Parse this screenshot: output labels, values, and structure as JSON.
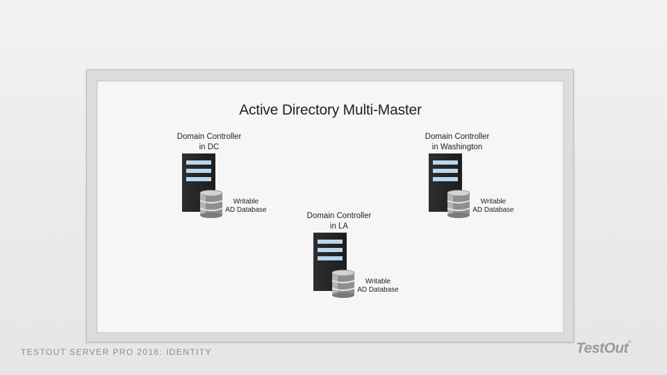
{
  "diagram": {
    "title": "Active Directory Multi-Master",
    "nodes": [
      {
        "label_line1": "Domain Controller",
        "label_line2": "in DC",
        "db_line1": "Writable",
        "db_line2": "AD Database"
      },
      {
        "label_line1": "Domain Controller",
        "label_line2": "in Washington",
        "db_line1": "Writable",
        "db_line2": "AD Database"
      },
      {
        "label_line1": "Domain Controller",
        "label_line2": "in LA",
        "db_line1": "Writable",
        "db_line2": "AD Database"
      }
    ],
    "colors": {
      "server": "#222222",
      "server_slot": "#b9d6ee",
      "db_body": "#9a9a9a",
      "db_top": "#cfcfcf"
    }
  },
  "footer": {
    "course": "TESTOUT SERVER PRO 2016: IDENTITY",
    "brand": "TestOut"
  }
}
